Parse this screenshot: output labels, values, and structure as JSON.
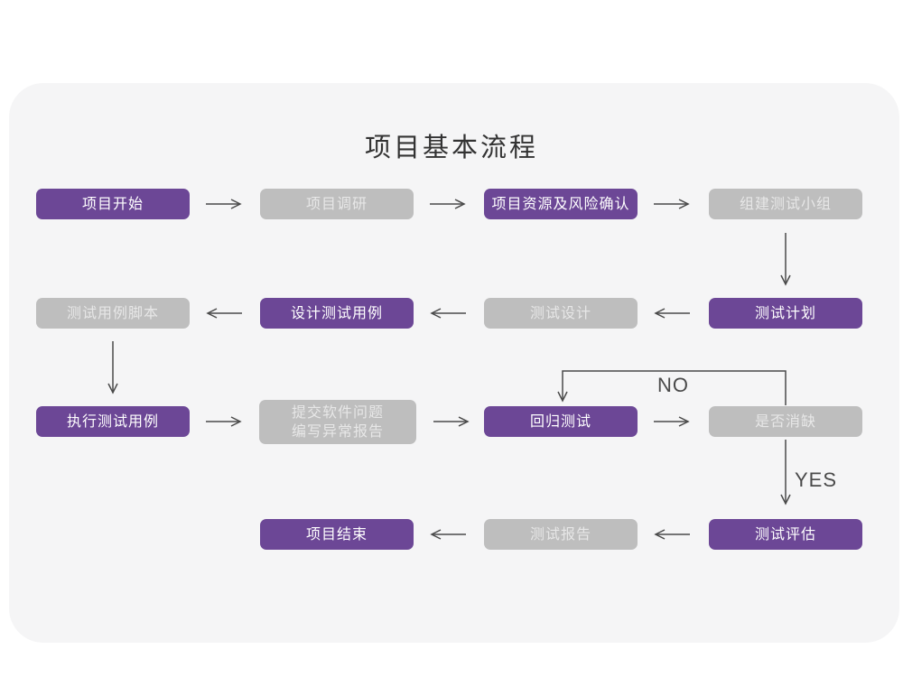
{
  "page": {
    "title": "项目基本流程",
    "colors": {
      "purple": "#6C4796",
      "gray_box": "#BEBEBE",
      "card_bg": "#F5F5F6",
      "page_bg": "#FFFFFF",
      "arrow": "#4A4A4A",
      "purple_text": "#FFFFFF",
      "gray_text": "#E7E7E7",
      "title_text": "#333333"
    }
  },
  "flowchart": {
    "nodes": [
      {
        "id": "project-start",
        "label": "项目开始",
        "variant": "purple"
      },
      {
        "id": "project-research",
        "label": "项目调研",
        "variant": "gray"
      },
      {
        "id": "resources-risk",
        "label": "项目资源及风险确认",
        "variant": "purple"
      },
      {
        "id": "build-test-team",
        "label": "组建测试小组",
        "variant": "gray"
      },
      {
        "id": "test-case-script",
        "label": "测试用例脚本",
        "variant": "gray"
      },
      {
        "id": "design-test-case",
        "label": "设计测试用例",
        "variant": "purple"
      },
      {
        "id": "test-design",
        "label": "测试设计",
        "variant": "gray"
      },
      {
        "id": "test-plan",
        "label": "测试计划",
        "variant": "purple"
      },
      {
        "id": "execute-test-case",
        "label": "执行测试用例",
        "variant": "purple"
      },
      {
        "id": "submit-issue-report",
        "label_line1": "提交软件问题",
        "label_line2": "编写异常报告",
        "variant": "gray"
      },
      {
        "id": "regression-test",
        "label": "回归测试",
        "variant": "purple"
      },
      {
        "id": "defect-cleared",
        "label": "是否消缺",
        "variant": "gray"
      },
      {
        "id": "project-end",
        "label": "项目结束",
        "variant": "purple"
      },
      {
        "id": "test-report",
        "label": "测试报告",
        "variant": "gray"
      },
      {
        "id": "test-evaluate",
        "label": "测试评估",
        "variant": "purple"
      }
    ],
    "branch_labels": {
      "no": "NO",
      "yes": "YES"
    }
  }
}
